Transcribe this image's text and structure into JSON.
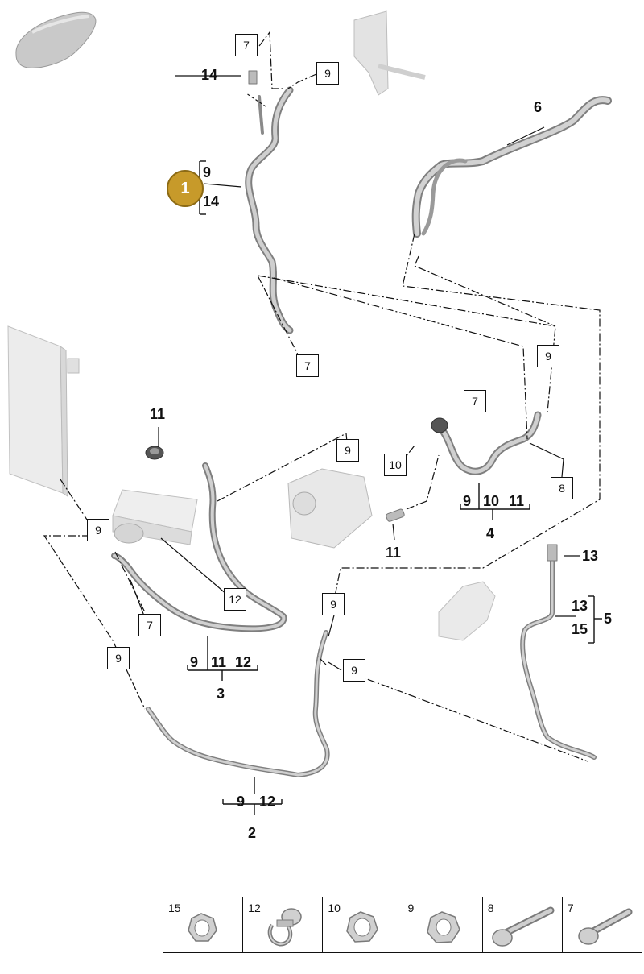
{
  "callout": {
    "label": "1"
  },
  "callout_refs": [
    "9",
    "14"
  ],
  "float_labels": {
    "n14_top": "14",
    "n6": "6",
    "n11_left": "11",
    "n11_mid": "11",
    "n13": "13"
  },
  "boxes": {
    "b7_top": "7",
    "b9_top": "9",
    "b7_mid": "7",
    "b9_right": "9",
    "b7_center": "7",
    "b9_comp": "9",
    "b10": "10",
    "b8": "8",
    "b9_left": "9",
    "b12": "12",
    "b7_low": "7",
    "b9_low": "9",
    "b9_bottom": "9",
    "b9_side": "9"
  },
  "groups": {
    "g4": {
      "refs": [
        "9",
        "10",
        "11"
      ],
      "num": "4"
    },
    "g3": {
      "refs": [
        "9",
        "11",
        "12"
      ],
      "num": "3"
    },
    "g2": {
      "refs": [
        "9",
        "12"
      ],
      "num": "2"
    },
    "g5": {
      "refs": [
        "13",
        "15"
      ],
      "num": "5"
    }
  },
  "legend": [
    "15",
    "12",
    "10",
    "9",
    "8",
    "7"
  ],
  "colors": {
    "callout": "#c79a2a",
    "pipe": "#8d8d8d",
    "line": "#111111"
  }
}
